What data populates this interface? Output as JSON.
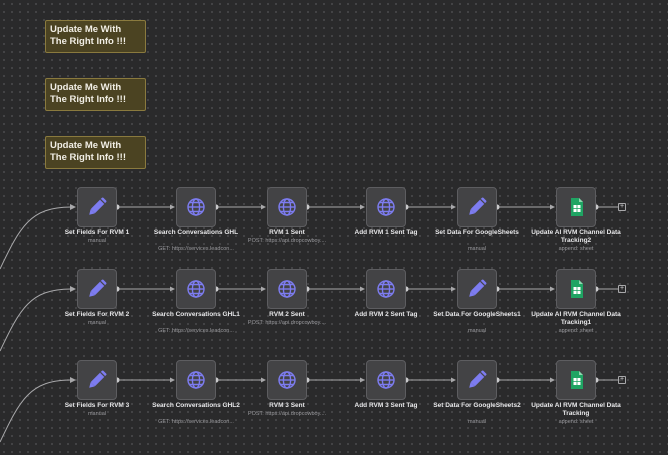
{
  "sticky_notes": [
    {
      "line1": "Update Me With",
      "line2": "The Right Info !!!"
    },
    {
      "line1": "Update Me With",
      "line2": "The Right Info !!!"
    },
    {
      "line1": "Update Me With",
      "line2": "The Right Info !!!"
    }
  ],
  "rows": [
    {
      "nodes": [
        {
          "icon": "pencil-icon",
          "title": "Set Fields For RVM 1",
          "sub": "manual"
        },
        {
          "icon": "globe-icon",
          "title": "Search Conversations GHL",
          "sub": "GET: https://services.leadcon..."
        },
        {
          "icon": "globe-icon",
          "title": "RVM 1 Sent",
          "sub": "POST: https://api.dropcowboy...."
        },
        {
          "icon": "globe-icon",
          "title": "Add RVM 1 Sent Tag",
          "sub": ""
        },
        {
          "icon": "pencil-icon",
          "title": "Set Data For GoogleSheets",
          "sub": "manual"
        },
        {
          "icon": "sheets-icon",
          "title": "Update AI RVM Channel Data Tracking2",
          "sub": "append: sheet"
        }
      ]
    },
    {
      "nodes": [
        {
          "icon": "pencil-icon",
          "title": "Set Fields For RVM 2",
          "sub": "manual"
        },
        {
          "icon": "globe-icon",
          "title": "Search Conversations GHL1",
          "sub": "GET: https://services.leadcon..."
        },
        {
          "icon": "globe-icon",
          "title": "RVM 2 Sent",
          "sub": "POST: https://api.dropcowboy...."
        },
        {
          "icon": "globe-icon",
          "title": "Add RVM 2 Sent Tag",
          "sub": ""
        },
        {
          "icon": "pencil-icon",
          "title": "Set Data For GoogleSheets1",
          "sub": "manual"
        },
        {
          "icon": "sheets-icon",
          "title": "Update AI RVM Channel Data Tracking1",
          "sub": "append: sheet"
        }
      ]
    },
    {
      "nodes": [
        {
          "icon": "pencil-icon",
          "title": "Set Fields For RVM 3",
          "sub": "manual"
        },
        {
          "icon": "globe-icon",
          "title": "Search Conversations GHL2",
          "sub": "GET: https://services.leadcon..."
        },
        {
          "icon": "globe-icon",
          "title": "RVM 3 Sent",
          "sub": "POST: https://api.dropcowboy...."
        },
        {
          "icon": "globe-icon",
          "title": "Add RVM 3 Sent Tag",
          "sub": ""
        },
        {
          "icon": "pencil-icon",
          "title": "Set Data For GoogleSheets2",
          "sub": "manual"
        },
        {
          "icon": "sheets-icon",
          "title": "Update AI RVM Channel Data Tracking",
          "sub": "append: sheet"
        }
      ]
    }
  ],
  "add_button": "+",
  "colors": {
    "canvas": "#2a2a2b",
    "node_bg": "#434345",
    "wire": "#a8a8aa",
    "icon_purple": "#7d7cf0",
    "sheets_green": "#1fa463",
    "sticky_bg": "#4b4322"
  }
}
